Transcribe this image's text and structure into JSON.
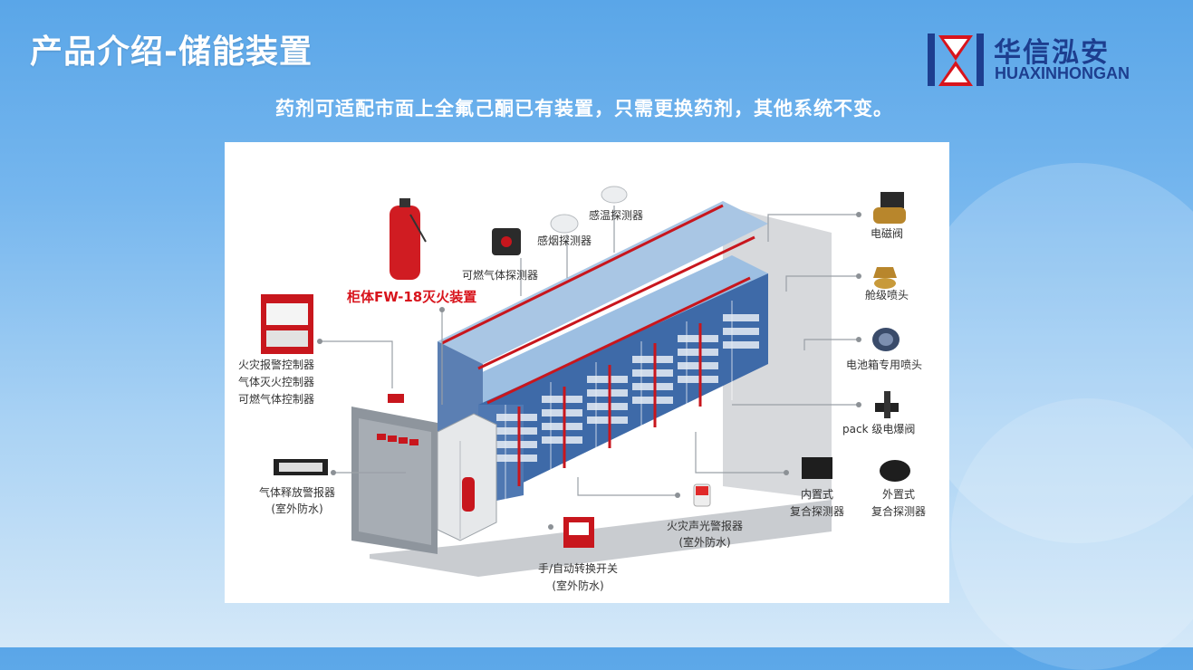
{
  "header": {
    "title": "产品介绍-储能装置",
    "subtitle": "药剂可适配市面上全氟己酮已有装置，只需更换药剂，其他系统不变。"
  },
  "logo": {
    "name_cn": "华信泓安",
    "name_en": "HUAXINHONGAN",
    "brand_color": "#1d3e8f",
    "accent_color": "#d8141c"
  },
  "diagram": {
    "cabinet_device_label": "柜体FW-18灭火装置",
    "components": {
      "thermal_detector": "感温探测器",
      "smoke_detector": "感烟探测器",
      "combustible_gas_detector": "可燃气体探测器",
      "solenoid_valve": "电磁阀",
      "cabin_nozzle": "舱级喷头",
      "battery_box_nozzle": "电池箱专用喷头",
      "pack_valve": "pack 级电爆阀",
      "fire_alarm_controller": "火灾报警控制器",
      "gas_extinguishing_controller": "气体灭火控制器",
      "combustible_gas_controller": "可燃气体控制器",
      "gas_release_alarm": "气体释放警报器",
      "gas_release_alarm_note": "(室外防水)",
      "internal_detector_line1": "内置式",
      "internal_detector_line2": "复合探测器",
      "external_detector_line1": "外置式",
      "external_detector_line2": "复合探测器",
      "sound_light_alarm": "火灾声光警报器",
      "sound_light_alarm_note": "(室外防水)",
      "manual_switch": "手/自动转换开关",
      "manual_switch_note": "(室外防水)"
    }
  }
}
